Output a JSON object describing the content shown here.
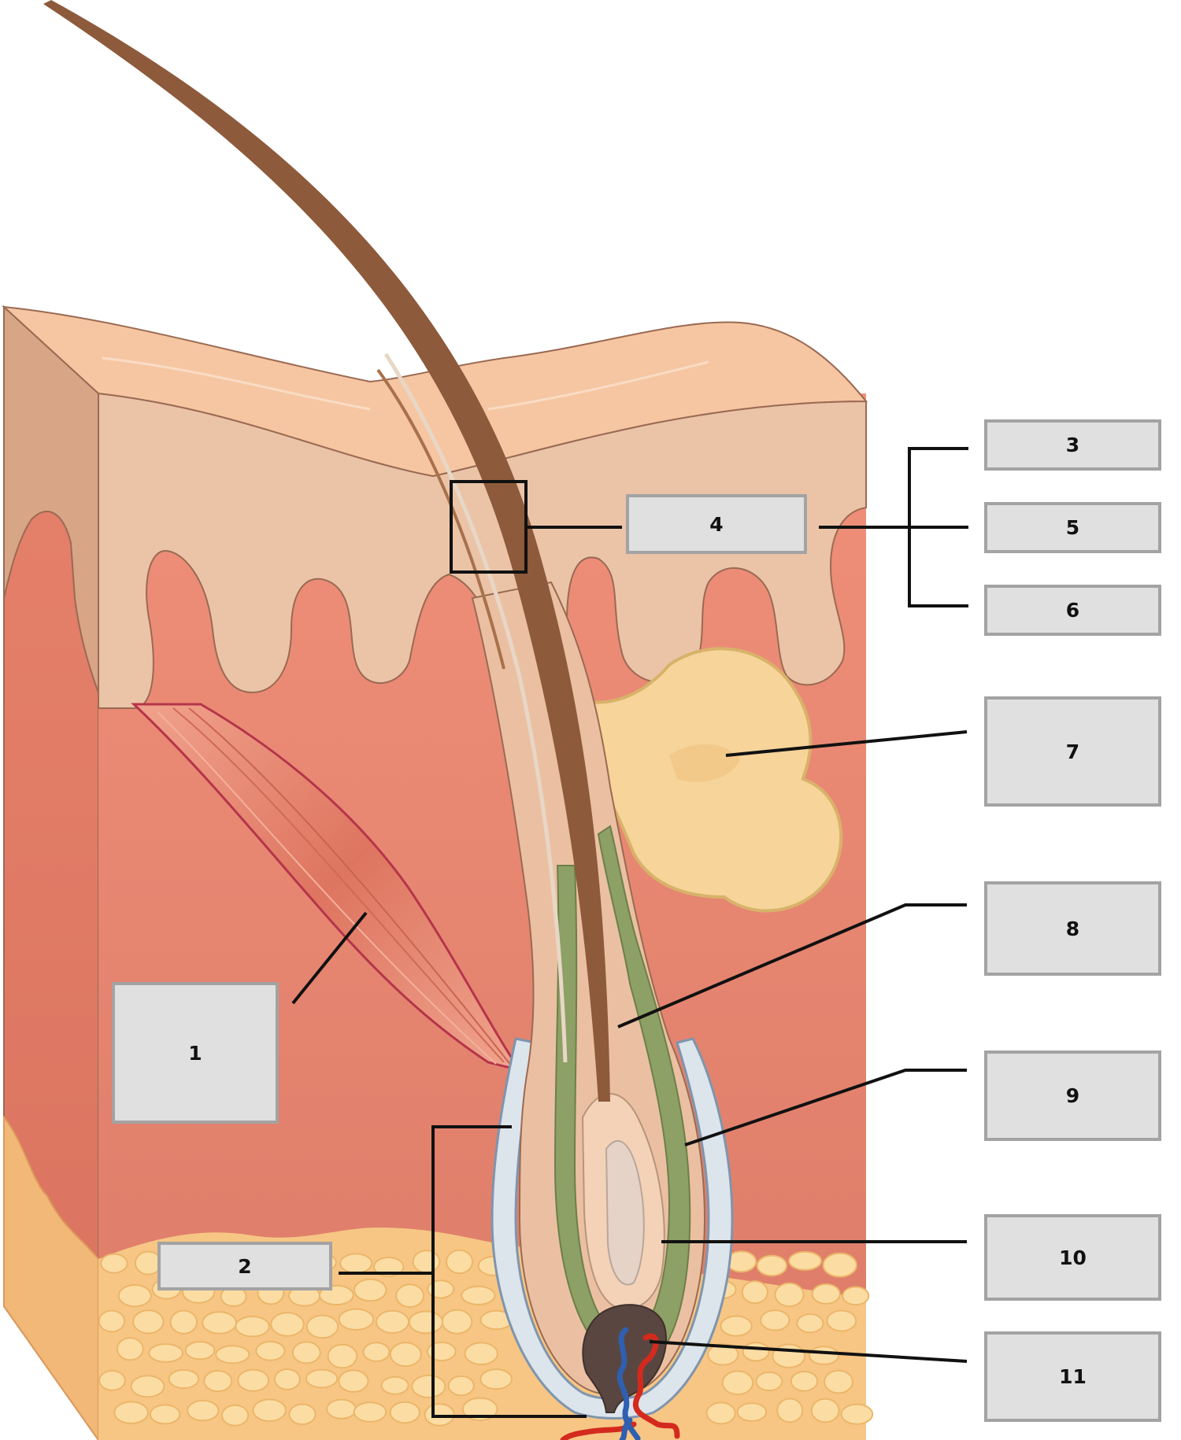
{
  "diagram": {
    "colors": {
      "skin_surface": "#f6c6a3",
      "epidermis": "#ebc4a8",
      "dermis": "#f0907a",
      "hypodermis_fat": "#f7c684",
      "fat_cell": "#fbdda4",
      "hair_shaft": "#8d5a3b",
      "sebaceous_gland": "#f6d49a",
      "muscle": "#e07a63",
      "outer_sheath": "#dce4ec",
      "inner_sheath": "#8da065",
      "artery": "#d42a1e",
      "vein": "#2f5fb0",
      "leader_line": "#111111",
      "label_fill": "#e0e0e0",
      "label_border": "#a3a3a3"
    },
    "labels": [
      {
        "id": "1",
        "text": "1"
      },
      {
        "id": "2",
        "text": "2"
      },
      {
        "id": "3",
        "text": "3"
      },
      {
        "id": "4",
        "text": "4"
      },
      {
        "id": "5",
        "text": "5"
      },
      {
        "id": "6",
        "text": "6"
      },
      {
        "id": "7",
        "text": "7"
      },
      {
        "id": "8",
        "text": "8"
      },
      {
        "id": "9",
        "text": "9"
      },
      {
        "id": "10",
        "text": "10"
      },
      {
        "id": "11",
        "text": "11"
      }
    ]
  }
}
